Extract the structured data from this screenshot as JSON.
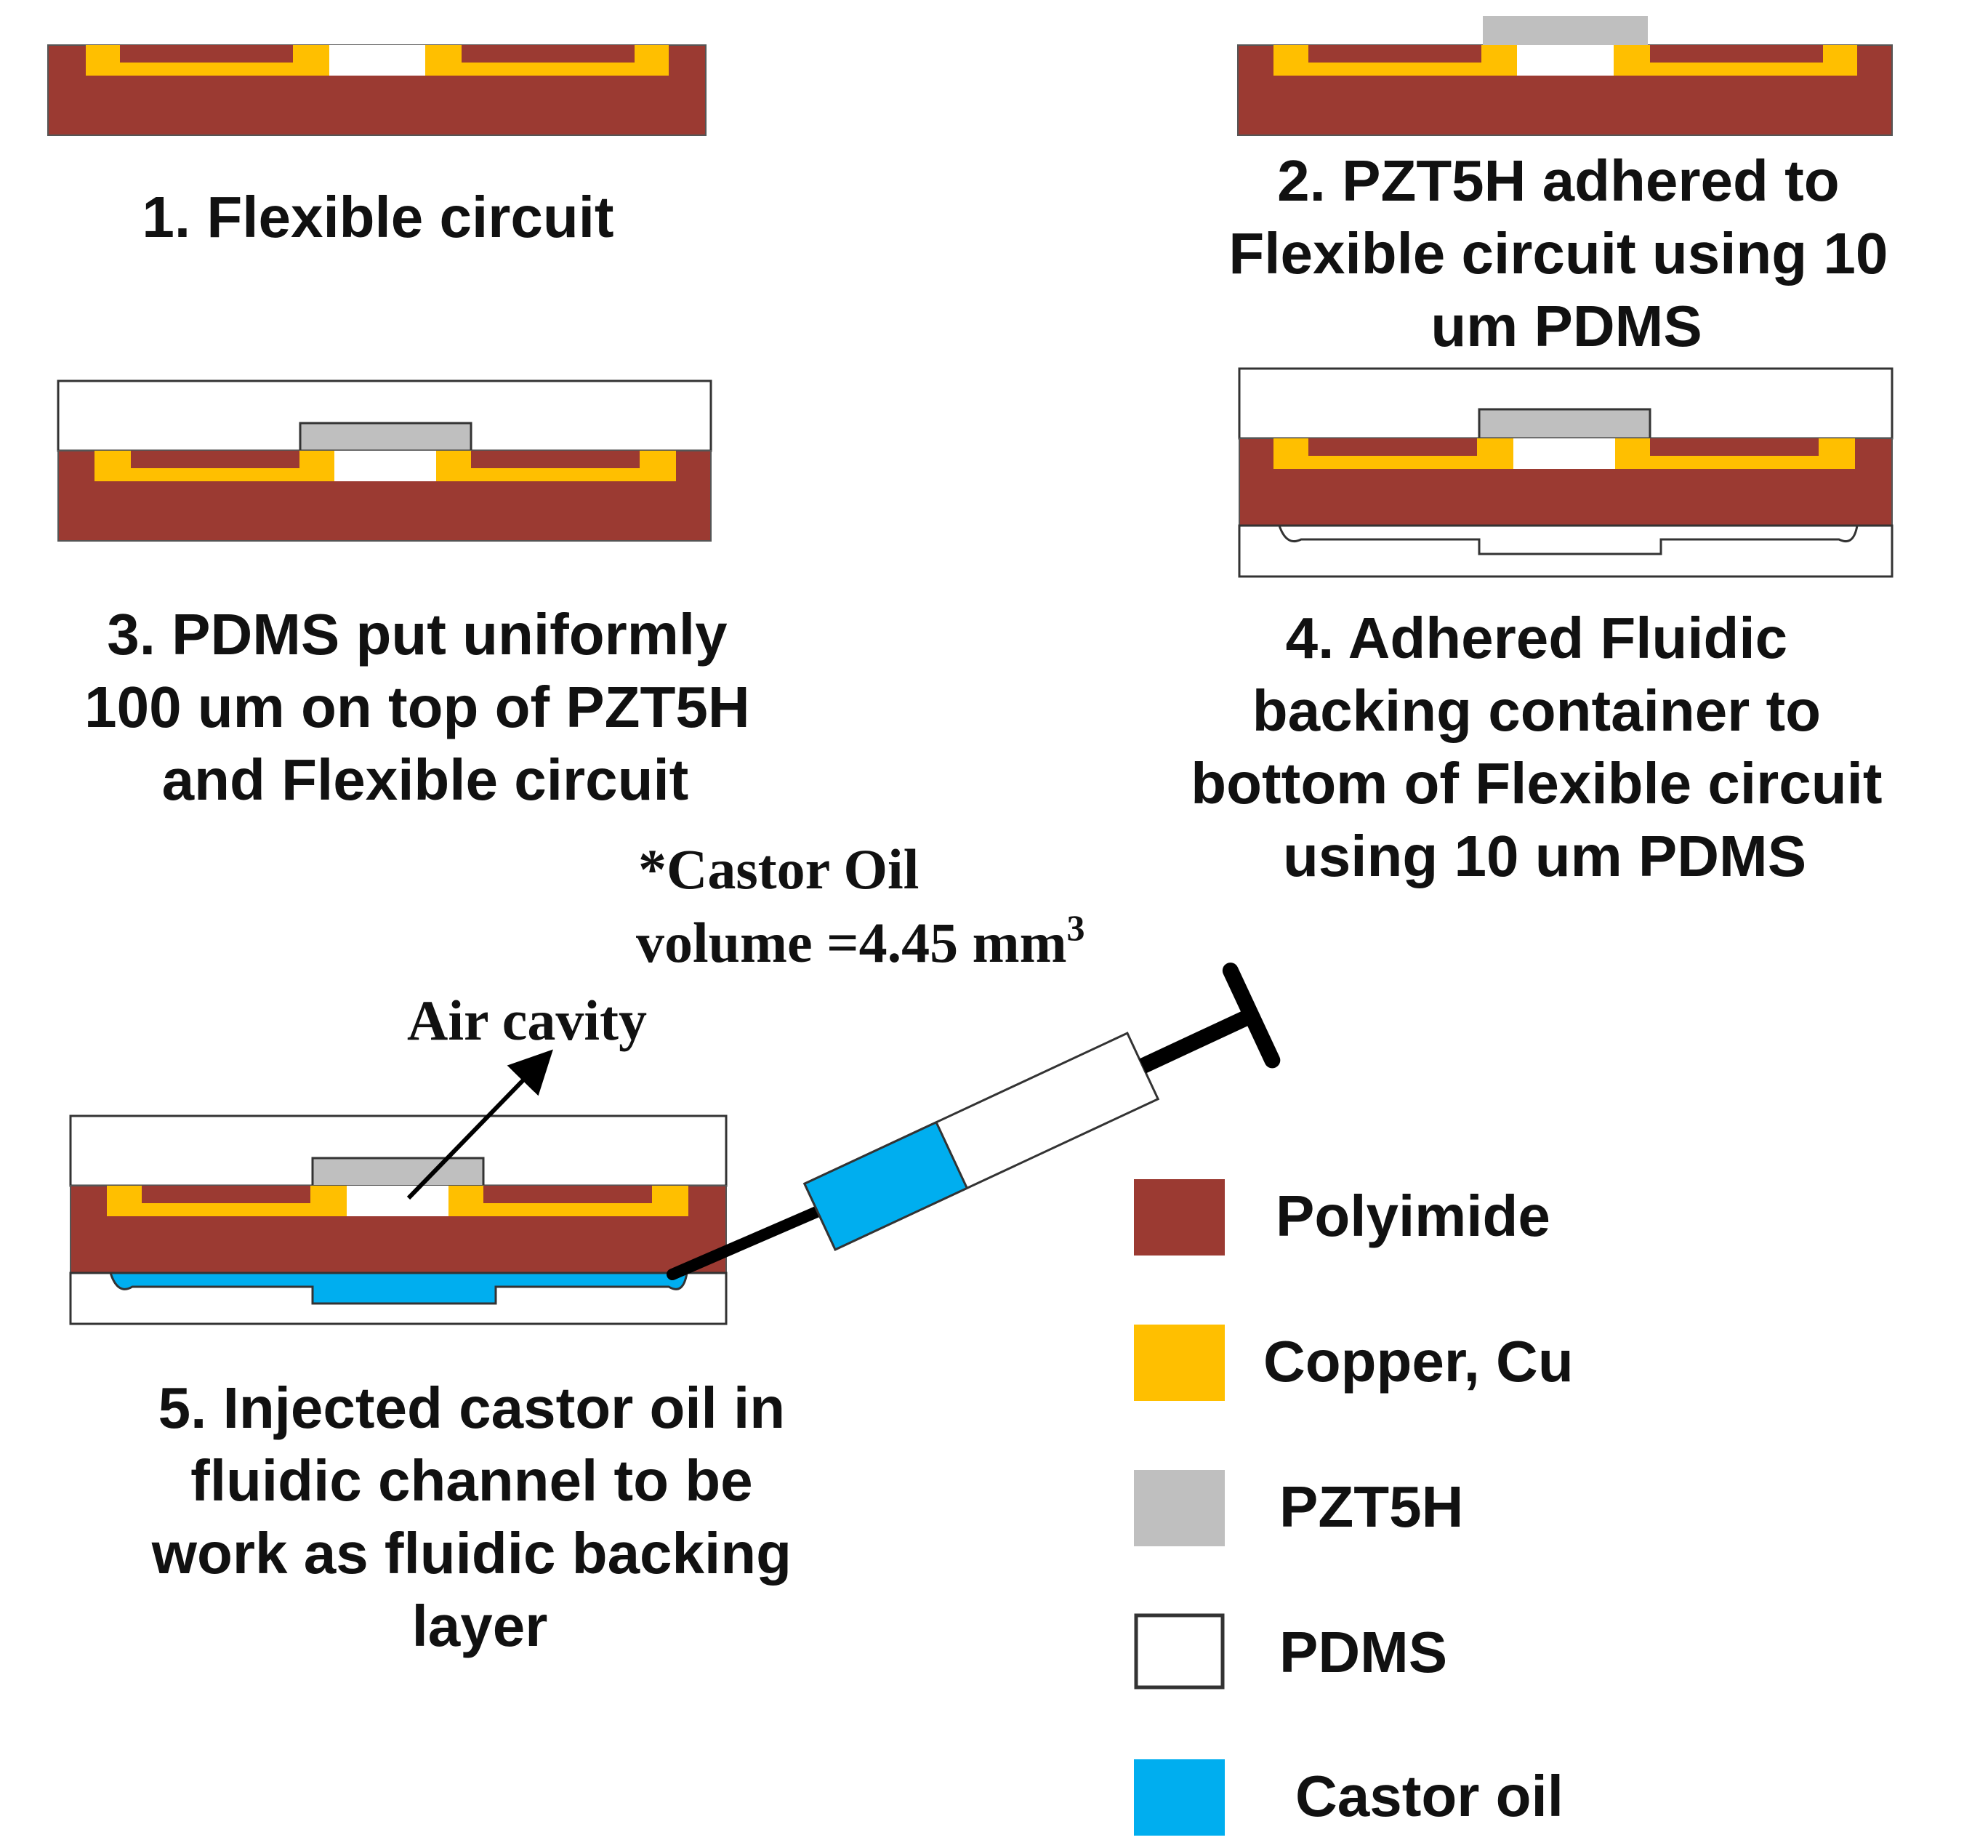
{
  "colors": {
    "polyimide": "#9B3A32",
    "copper": "#FFBF00",
    "pzt5h": "#BFBFBF",
    "pdms": "#FFFFFF",
    "castor_oil": "#00AEEF",
    "outline": "#555555",
    "text": "#111111"
  },
  "steps": [
    {
      "lines": [
        "1. Flexible circuit"
      ]
    },
    {
      "lines": [
        "2. PZT5H adhered to",
        "Flexible circuit using 10",
        "um PDMS"
      ]
    },
    {
      "lines": [
        "3. PDMS put uniformly",
        "100 um on top of PZT5H",
        "and Flexible circuit"
      ]
    },
    {
      "lines": [
        "4. Adhered Fluidic",
        "backing container to",
        "bottom of Flexible circuit",
        "using 10 um PDMS"
      ]
    },
    {
      "lines": [
        "5. Injected castor oil in",
        "fluidic channel to be",
        "work as fluidic backing",
        "layer"
      ]
    }
  ],
  "annotations": {
    "castor_line1": "*Castor Oil",
    "castor_line2": "volume =4.45 mm",
    "castor_sup": "3",
    "air_cavity": "Air cavity"
  },
  "legend": [
    {
      "label": "Polyimide",
      "color": "#9B3A32",
      "icon": "polyimide-swatch"
    },
    {
      "label": "Copper, Cu",
      "color": "#FFBF00",
      "icon": "copper-swatch"
    },
    {
      "label": "PZT5H",
      "color": "#BFBFBF",
      "icon": "pzt5h-swatch"
    },
    {
      "label": "PDMS",
      "color": "#FFFFFF",
      "icon": "pdms-swatch"
    },
    {
      "label": "Castor oil",
      "color": "#00AEEF",
      "icon": "castor-oil-swatch"
    }
  ]
}
